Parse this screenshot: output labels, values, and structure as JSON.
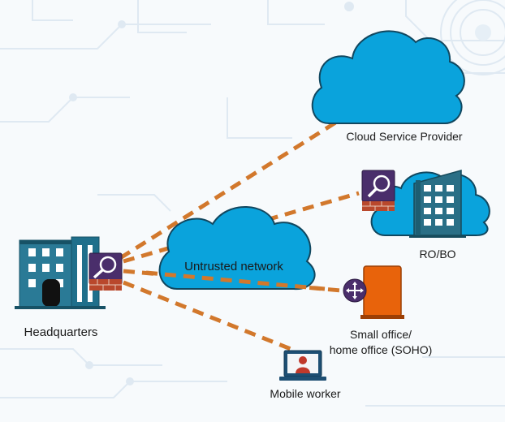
{
  "diagram": {
    "nodes": {
      "headquarters": "Headquarters",
      "untrusted_network": "Untrusted network",
      "cloud_service_provider": "Cloud Service Provider",
      "robo": "RO/BO",
      "soho_line1": "Small office/",
      "soho_line2": "home office (SOHO)",
      "mobile_worker": "Mobile worker"
    },
    "colors": {
      "cloud": "#0aa3dc",
      "cloud_outline": "#11475f",
      "building": "#1f6f8b",
      "link": "#d2782c",
      "firewall": "#4a2e6b",
      "soho_device": "#e8630b",
      "background_circuit": "#dfe9f2"
    },
    "icons": [
      "building-icon",
      "firewall-icon",
      "cloud-icon",
      "soho-router-icon",
      "laptop-user-icon"
    ]
  }
}
